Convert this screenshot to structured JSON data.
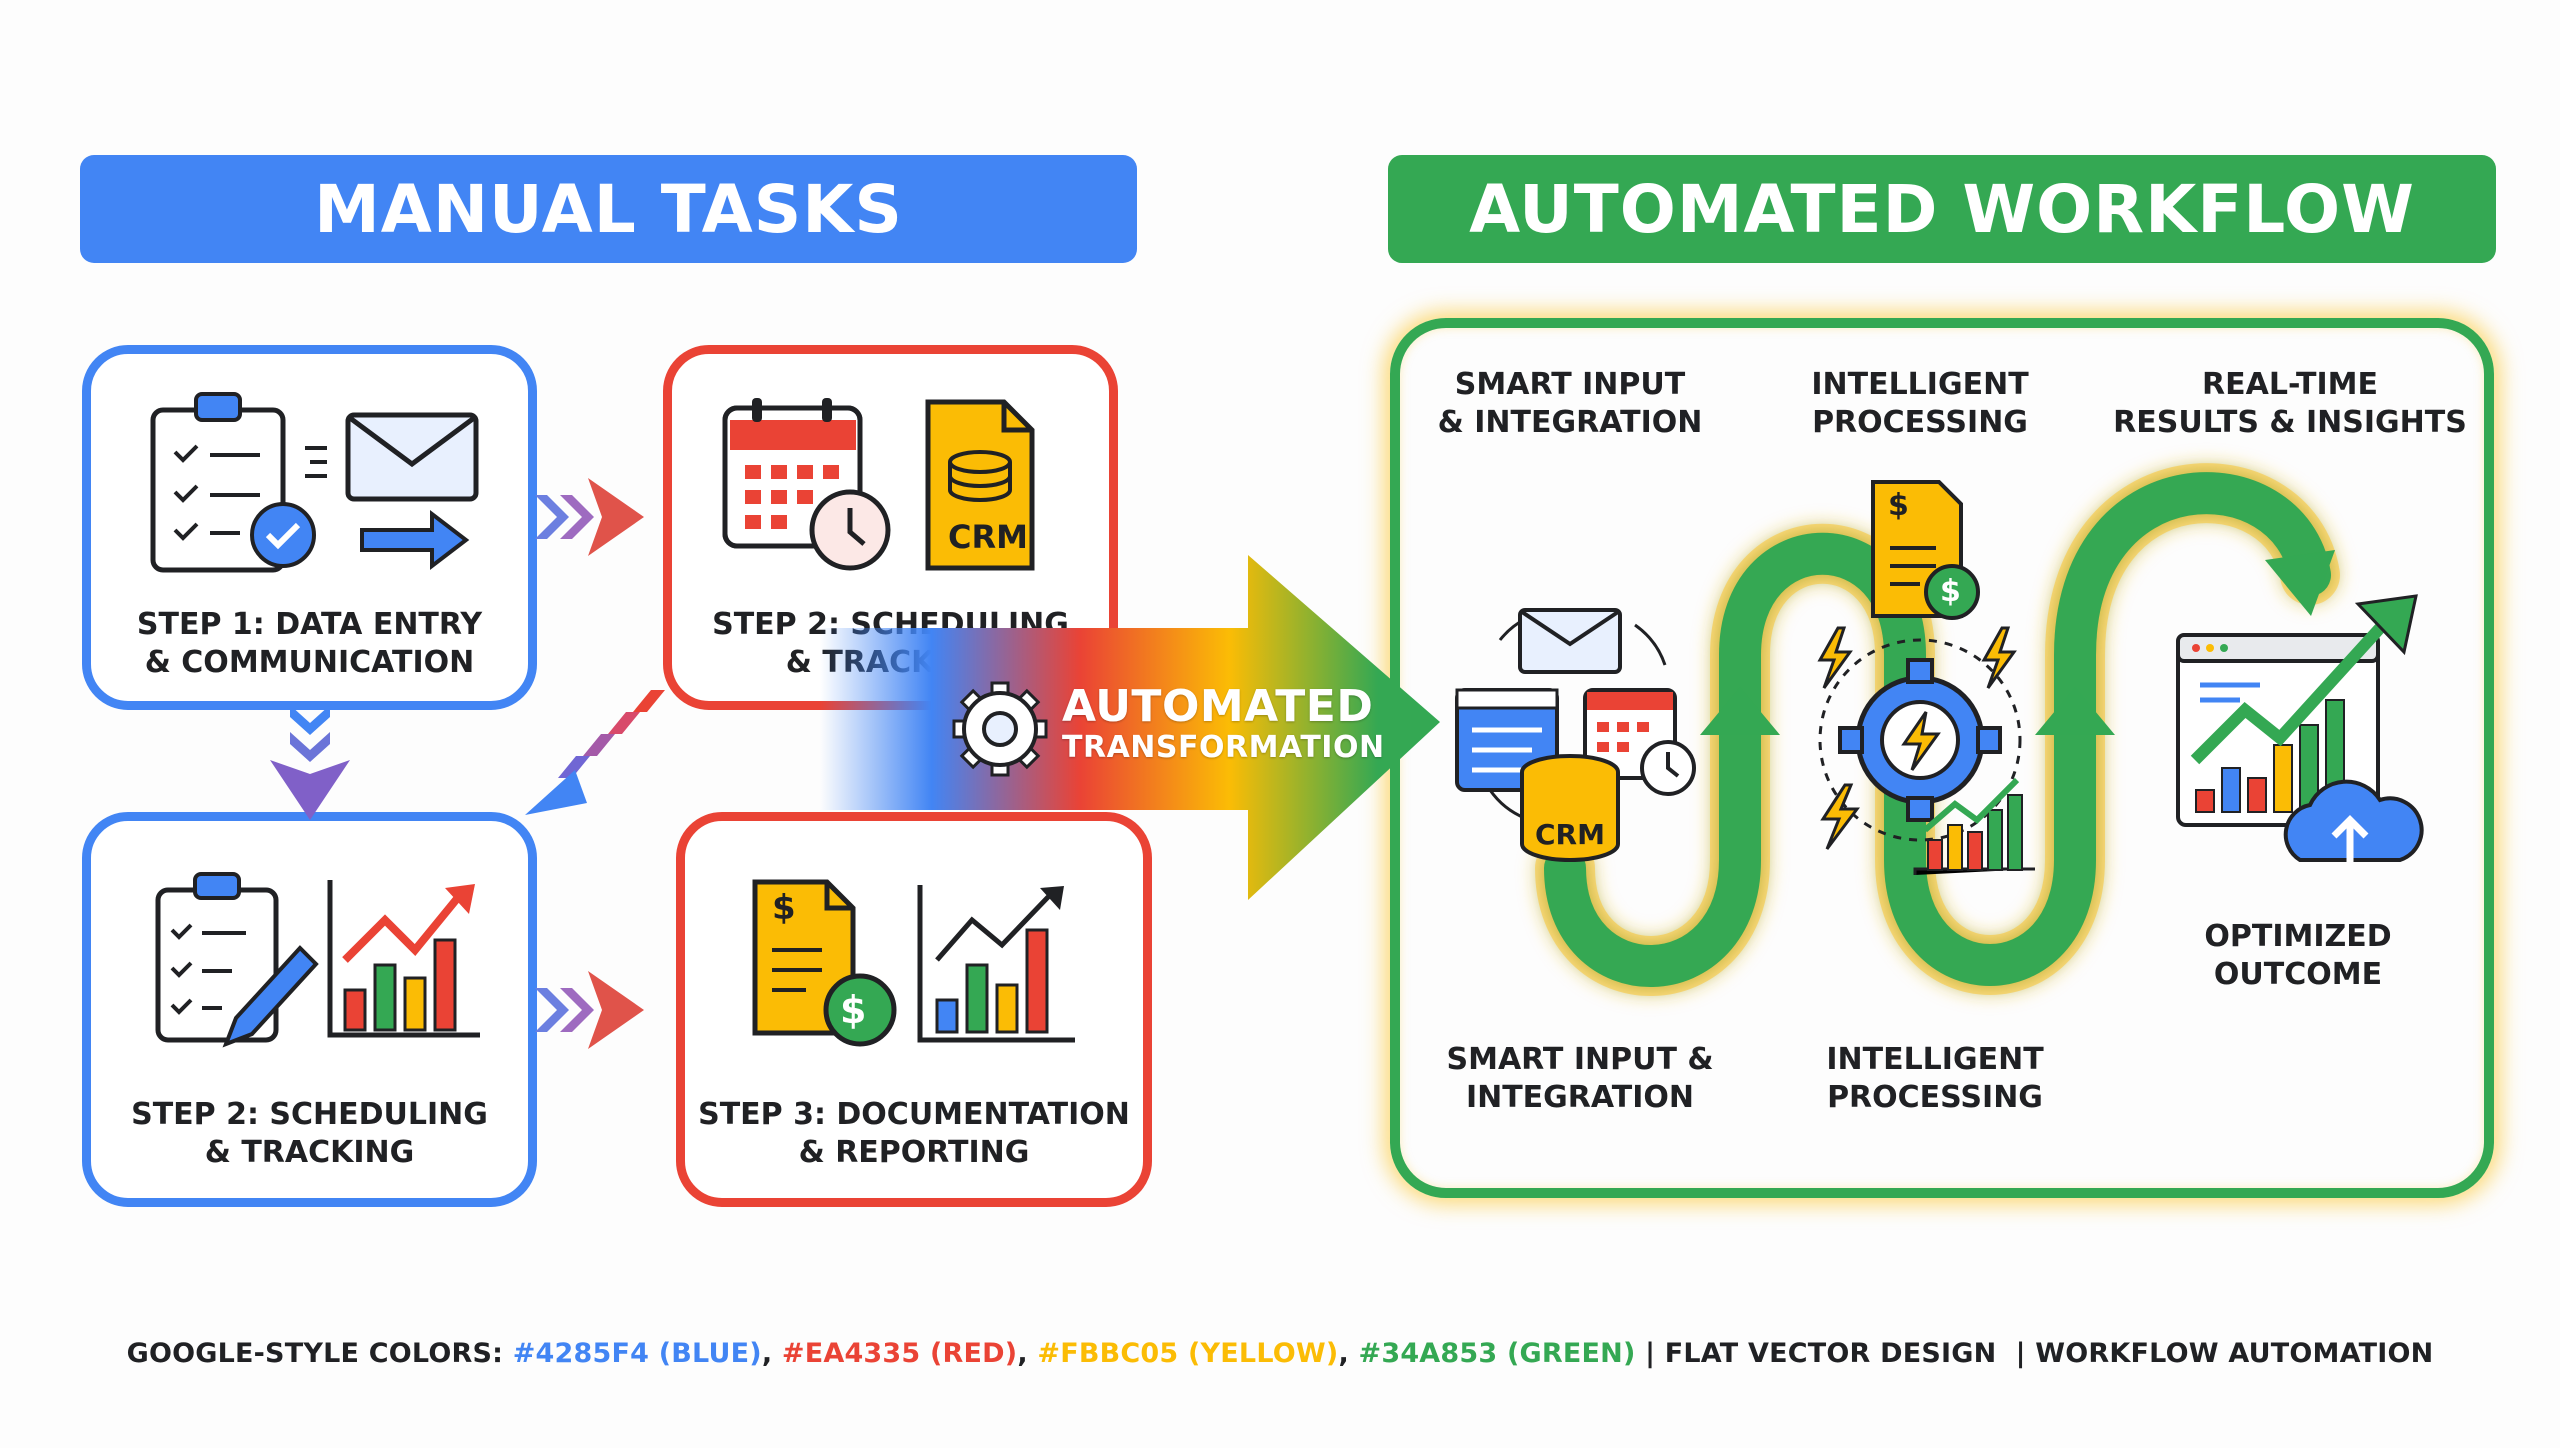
{
  "colors": {
    "blue": "#4285F4",
    "red": "#EA4335",
    "yellow": "#FBBC05",
    "green": "#34A853"
  },
  "manual": {
    "title": "MANUAL TASKS",
    "steps": [
      {
        "line1": "STEP 1: DATA ENTRY",
        "line2": "& COMMUNICATION",
        "icons": [
          "clipboard-check-icon",
          "envelope-icon",
          "arrow-right-icon"
        ]
      },
      {
        "line1": "STEP 2: SCHEDULING",
        "line2": "& TRACKING",
        "icons": [
          "calendar-clock-icon",
          "crm-document-icon"
        ]
      },
      {
        "line1": "STEP 2: SCHEDULING",
        "line2": "& TRACKING",
        "icons": [
          "checklist-pencil-icon",
          "bar-chart-up-icon"
        ]
      },
      {
        "line1": "STEP 3: DOCUMENTATION",
        "line2": "& REPORTING",
        "icons": [
          "invoice-dollar-icon",
          "bar-chart-line-icon"
        ]
      }
    ]
  },
  "transformation": {
    "title": "AUTOMATED",
    "subtitle": "TRANSFORMATION",
    "icon": "gear-icon"
  },
  "automated": {
    "title": "AUTOMATED WORKFLOW",
    "top_labels": [
      {
        "line1": "SMART INPUT",
        "line2": "& INTEGRATION"
      },
      {
        "line1": "INTELLIGENT",
        "line2": "PROCESSING"
      },
      {
        "line1": "REAL-TIME",
        "line2": "RESULTS & INSIGHTS"
      }
    ],
    "bottom_labels": [
      {
        "line1": "SMART INPUT &",
        "line2": "INTEGRATION"
      },
      {
        "line1": "INTELLIGENT",
        "line2": "PROCESSING"
      },
      {
        "line1": "OPTIMIZED",
        "line2": "OUTCOME"
      }
    ],
    "crm_label": "CRM"
  },
  "footer": {
    "prefix": "GOOGLE-STYLE COLORS: ",
    "blue": "#4285F4 (BLUE)",
    "sep1": ", ",
    "red": "#EA4335 (RED)",
    "sep2": ", ",
    "yellow": "#FBBC05 (YELLOW)",
    "sep3": ", ",
    "green": "#34A853 (GREEN)",
    "suffix": " | FLAT VECTOR DESIGN  | WORKFLOW AUTOMATION"
  }
}
